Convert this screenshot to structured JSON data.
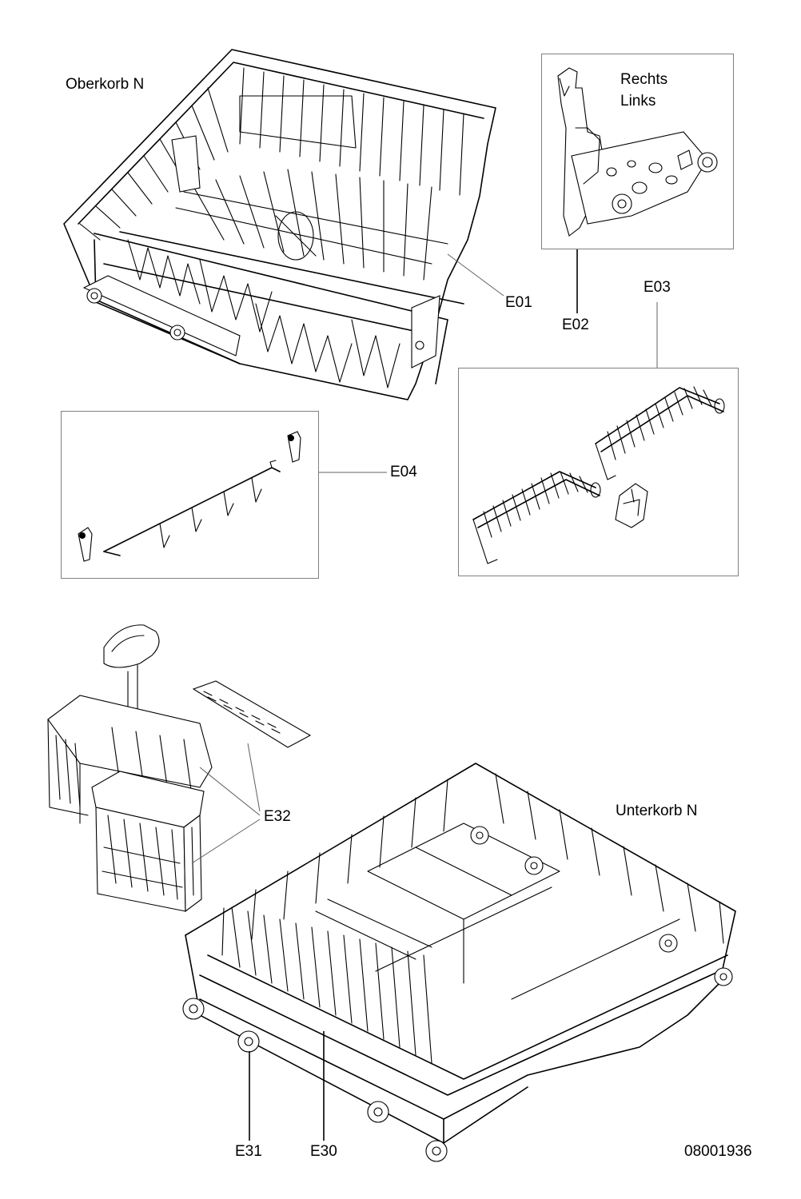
{
  "labels": {
    "oberkorb": "Oberkorb N",
    "rechts": "Rechts",
    "links": "Links",
    "e01": "E01",
    "e02": "E02",
    "e03": "E03",
    "e04": "E04",
    "e32": "E32",
    "unterkorb": "Unterkorb N",
    "e31": "E31",
    "e30": "E30",
    "drawing_number": "08001936"
  }
}
